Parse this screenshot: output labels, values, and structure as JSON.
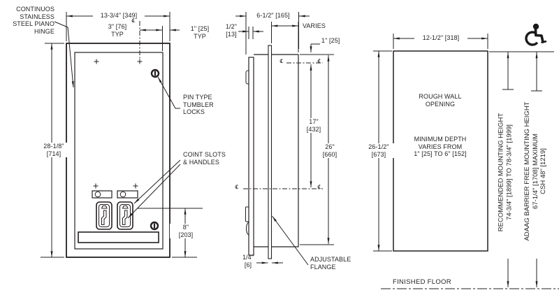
{
  "front": {
    "hinge_label": "CONTINUOS\nSTAINLESS\nSTEEL PIANO\nHINGE",
    "width_dim": "13-3/4\" [349]",
    "offset_dim": "3\" [76]\nTYP",
    "edge_dim": "1\" [25]\nTYP",
    "height_dim": "28-1/8\"\n[714]",
    "locks_label": "PIN TYPE\nTUMBLER\nLOCKS",
    "coin_label": "COINT SLOTS\n& HANDLES",
    "slot_height_dim": "8\"\n[203]"
  },
  "side": {
    "depth_dim": "6-1/2\" [165]",
    "projection_dim": "1/2\"\n[13]",
    "varies_dim": "VARIES",
    "top_offset_dim": "1\" [25]",
    "centers_dim": "17\"\n[432]",
    "opening_height_dim": "26\"\n[660]",
    "flange_thickness_dim": "1/4\"\n[6]",
    "flange_label": "ADJUSTABLE\nFLANGE"
  },
  "opening": {
    "title": "ROUGH WALL\nOPENING",
    "depth_note": "MINIMUM DEPTH\nVARIES FROM\n1\" [25] TO 6\" [152]",
    "width_dim": "12-1/2\" [318]",
    "height_dim": "26-1/2\"\n[673]"
  },
  "mounting": {
    "recommended": "RECOMMENDED MOUNTING HEIGHT\n74-3/4\" [1899] TO 78-3/4\" [1999]",
    "adaag": "ADAAG BARRIER FREE MOUNTING HEIGHT\n67-1/4\" [1708] MAXIMUM\nCSH 48\" [1219]",
    "floor_label": "FINISHED FLOOR"
  },
  "symbols": {
    "centerline": "℄"
  },
  "colors": {
    "line": "#231f20",
    "background": "#ffffff"
  }
}
